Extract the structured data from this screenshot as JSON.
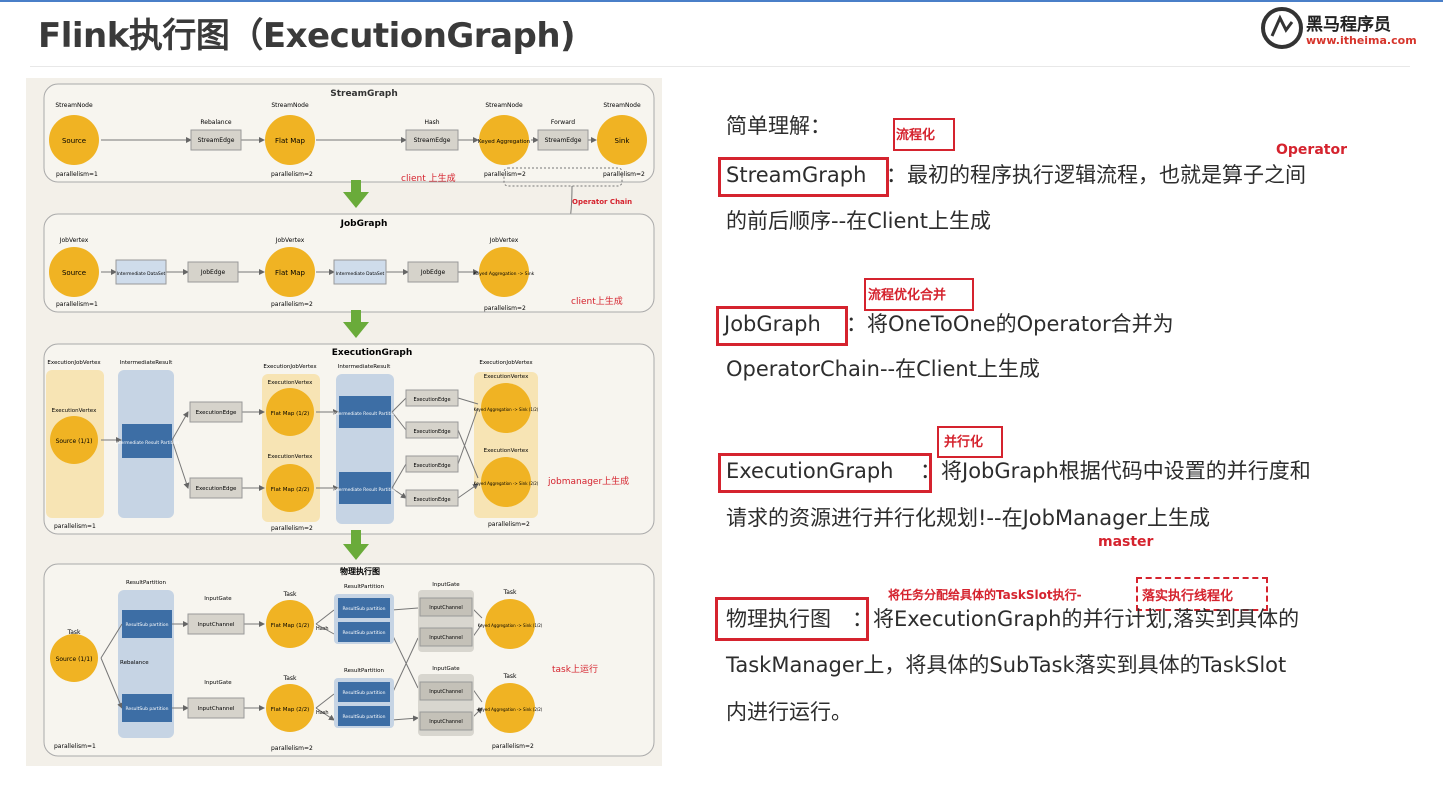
{
  "title": "Flink执行图（ExecutionGraph)",
  "logo": {
    "name": "黑马程序员",
    "url": "www.itheima.com"
  },
  "diagram": {
    "streamgraph": {
      "label": "StreamGraph",
      "nodes": [
        "Source",
        "Flat Map",
        "Keyed Aggregation",
        "Sink"
      ],
      "node_titles": [
        "StreamNode",
        "StreamNode",
        "StreamNode",
        "StreamNode"
      ],
      "edges": [
        "StreamEdge",
        "StreamEdge",
        "StreamEdge"
      ],
      "edge_titles": [
        "Rebalance",
        "Hash",
        "Forward"
      ],
      "parallelism": [
        "parallelism=1",
        "parallelism=2",
        "parallelism=2",
        "parallelism=2"
      ],
      "note": "client 上生成",
      "chain_note": "Operator Chain"
    },
    "jobgraph": {
      "label": "JobGraph",
      "nodes": [
        "Source",
        "Flat Map",
        "Keyed Aggregation -> Sink"
      ],
      "node_titles": [
        "JobVertex",
        "JobVertex",
        "JobVertex"
      ],
      "datasets": [
        "Intermediate DataSet",
        "Intermediate DataSet"
      ],
      "edges": [
        "JobEdge",
        "JobEdge"
      ],
      "parallelism": [
        "parallelism=1",
        "parallelism=2",
        "parallelism=2"
      ],
      "note": "client上生成"
    },
    "executiongraph": {
      "label": "ExecutionGraph",
      "job_vertex": "ExecutionJobVertex",
      "vertex": "ExecutionVertex",
      "intermediate_result": "IntermediateResult",
      "partition": "Intermediate Result Partition",
      "edge": "ExecutionEdge",
      "source": "Source (1/1)",
      "flatmaps": [
        "Flat Map (1/2)",
        "Flat Map (2/2)"
      ],
      "aggs": [
        "Keyed Aggregation -> Sink (1/2)",
        "Keyed Aggregation -> Sink (2/2)"
      ],
      "parallelism": [
        "parallelism=1",
        "parallelism=2",
        "parallelism=2"
      ],
      "note": "jobmanager上生成"
    },
    "physical": {
      "label": "物理执行图",
      "task": "Task",
      "result_partition": "ResultPartition",
      "subpartition": "ResultSub partition",
      "input_gate": "InputGate",
      "input_channel": "InputChannel",
      "rebalance": "Rebalance",
      "hash": "Hash",
      "source": "Source (1/1)",
      "flatmaps": [
        "Flat Map (1/2)",
        "Flat Map (2/2)"
      ],
      "aggs": [
        "Keyed Aggregation -> Sink (1/2)",
        "Keyed Aggregation -> Sink (2/2)"
      ],
      "parallelism": [
        "parallelism=1",
        "parallelism=2",
        "parallelism=2"
      ],
      "note": "task上运行"
    }
  },
  "content": {
    "intro": "简单理解：",
    "note_stream": "流程化",
    "note_operator": "Operator",
    "stream_term": "StreamGraph",
    "stream_line1": "：最初的程序执行逻辑流程，也就是算子之间",
    "stream_line2": "的前后顺序--在Client上生成",
    "note_job": "流程优化合并",
    "job_term": "JobGraph",
    "job_line1": "：将OneToOne的Operator合并为",
    "job_line2": "OperatorChain--在Client上生成",
    "note_exec": "并行化",
    "exec_term": "ExecutionGraph",
    "exec_line1": "：将JobGraph根据代码中设置的并行度和",
    "exec_line2": "请求的资源进行并行化规划!--在JobManager上生成",
    "note_master": "master",
    "note_phys_a": "将任务分配给具体的TaskSlot执行-",
    "note_phys_b": "落实执行线程化",
    "phys_term": "物理执行图",
    "phys_line1": "：将ExecutionGraph的并行计划,落实到具体的",
    "phys_line2": "TaskManager上，将具体的SubTask落实到具体的TaskSlot",
    "phys_line3": "内进行运行。"
  },
  "colors": {
    "accent_red": "#d5232e",
    "node_yellow": "#f0b323",
    "arrow_green": "#6aab3a"
  }
}
